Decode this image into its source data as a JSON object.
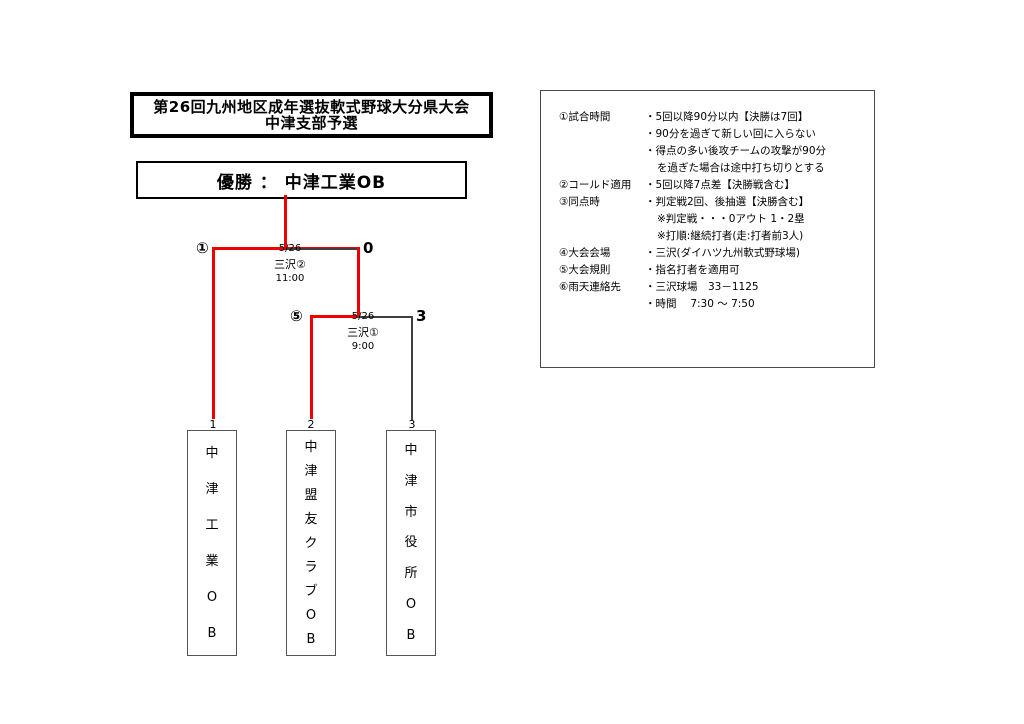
{
  "title": {
    "line1": "第26回九州地区成年選抜軟式野球大分県大会",
    "line2": "中津支部予選"
  },
  "champion": {
    "label": "優勝 ：  中津工業OB"
  },
  "bracket": {
    "final": {
      "left_seed": "①",
      "right_score": "0",
      "date": "5/26",
      "venue": "三沢②",
      "time": "11:00"
    },
    "semifinal": {
      "left_seed": "⑤",
      "right_score": "3",
      "date": "5/26",
      "venue": "三沢①",
      "time": "9:00"
    },
    "slots": [
      {
        "number": "1",
        "name_chars": [
          "中",
          "津",
          "工",
          "業",
          "O",
          "B"
        ],
        "winner": true
      },
      {
        "number": "2",
        "name_chars": [
          "中",
          "津",
          "盟",
          "友",
          "ク",
          "ラ",
          "ブ",
          "O",
          "B"
        ],
        "winner": true
      },
      {
        "number": "3",
        "name_chars": [
          "中",
          "津",
          "市",
          "役",
          "所",
          "O",
          "B"
        ],
        "winner": false
      }
    ]
  },
  "notes": [
    {
      "label": "①試合時間",
      "values": [
        {
          "text": "・5回以降90分以内【決勝は7回】",
          "indent": false
        },
        {
          "text": "・90分を過ぎて新しい回に入らない",
          "indent": false
        },
        {
          "text": "・得点の多い後攻チームの攻撃が90分",
          "indent": false
        },
        {
          "text": "を過ぎた場合は途中打ち切りとする",
          "indent": true
        }
      ]
    },
    {
      "label": "②コールド適用",
      "values": [
        {
          "text": "・5回以降7点差【決勝戦含む】",
          "indent": false
        }
      ]
    },
    {
      "label": "③同点時",
      "values": [
        {
          "text": "・判定戦2回、後抽選【決勝含む】",
          "indent": false
        },
        {
          "text": "※判定戦・・・0アウト 1・2塁",
          "indent": true
        },
        {
          "text": "※打順:継続打者(走:打者前3人)",
          "indent": true
        }
      ]
    },
    {
      "label": "④大会会場",
      "values": [
        {
          "text": "・三沢(ダイハツ九州軟式野球場)",
          "indent": false
        }
      ]
    },
    {
      "label": "⑤大会規則",
      "values": [
        {
          "text": "・指名打者を適用可",
          "indent": false
        }
      ]
    },
    {
      "label": "⑥雨天連絡先",
      "values": [
        {
          "text": "・三沢球場　33－1125",
          "indent": false
        },
        {
          "text": "・時間　 7:30 ～ 7:50",
          "indent": false
        }
      ]
    }
  ],
  "colors": {
    "winner_path": "#ee0000",
    "bracket_line": "#3f3f3f",
    "border": "#000000"
  }
}
